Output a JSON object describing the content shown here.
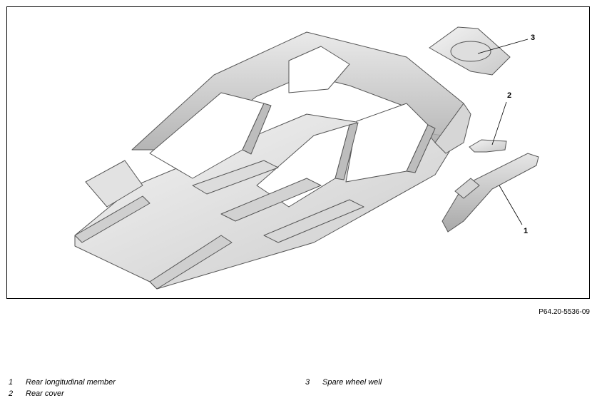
{
  "figure": {
    "reference_code": "P64.20-5536-09",
    "callouts": [
      {
        "number": "1"
      },
      {
        "number": "2"
      },
      {
        "number": "3"
      }
    ]
  },
  "legend": [
    {
      "number": "1",
      "text": "Rear longitudinal member"
    },
    {
      "number": "2",
      "text": "Rear cover"
    },
    {
      "number": "3",
      "text": "Spare wheel well"
    }
  ]
}
